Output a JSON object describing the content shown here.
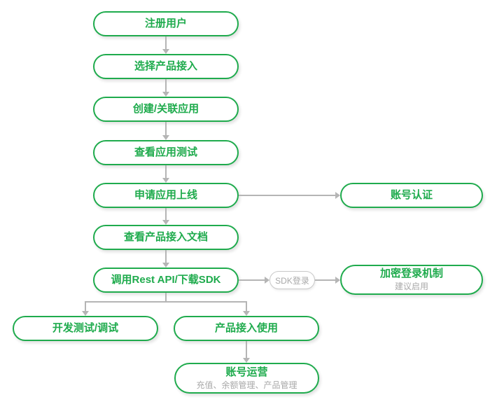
{
  "flowchart": {
    "colors": {
      "node_border": "#1fab4d",
      "node_text": "#1fab4d",
      "connector": "#b5b5b5",
      "muted_text": "#a9a9a9",
      "pill_border": "#c9c9c9",
      "background": "#ffffff"
    },
    "nodes": {
      "register": {
        "label": "注册用户"
      },
      "select_product": {
        "label": "选择产品接入"
      },
      "create_app": {
        "label": "创建/关联应用"
      },
      "app_test": {
        "label": "查看应用测试"
      },
      "apply_online": {
        "label": "申请应用上线"
      },
      "account_auth": {
        "label": "账号认证"
      },
      "product_docs": {
        "label": "查看产品接入文档"
      },
      "call_api": {
        "label": "调用Rest API/下载SDK"
      },
      "sdk_login": {
        "label": "SDK登录"
      },
      "encrypted_login": {
        "label": "加密登录机制",
        "subtitle": "建议启用"
      },
      "dev_test": {
        "label": "开发测试/调试"
      },
      "product_use": {
        "label": "产品接入使用"
      },
      "account_ops": {
        "label": "账号运营",
        "subtitle": "充值、余额管理、产品管理"
      }
    }
  }
}
